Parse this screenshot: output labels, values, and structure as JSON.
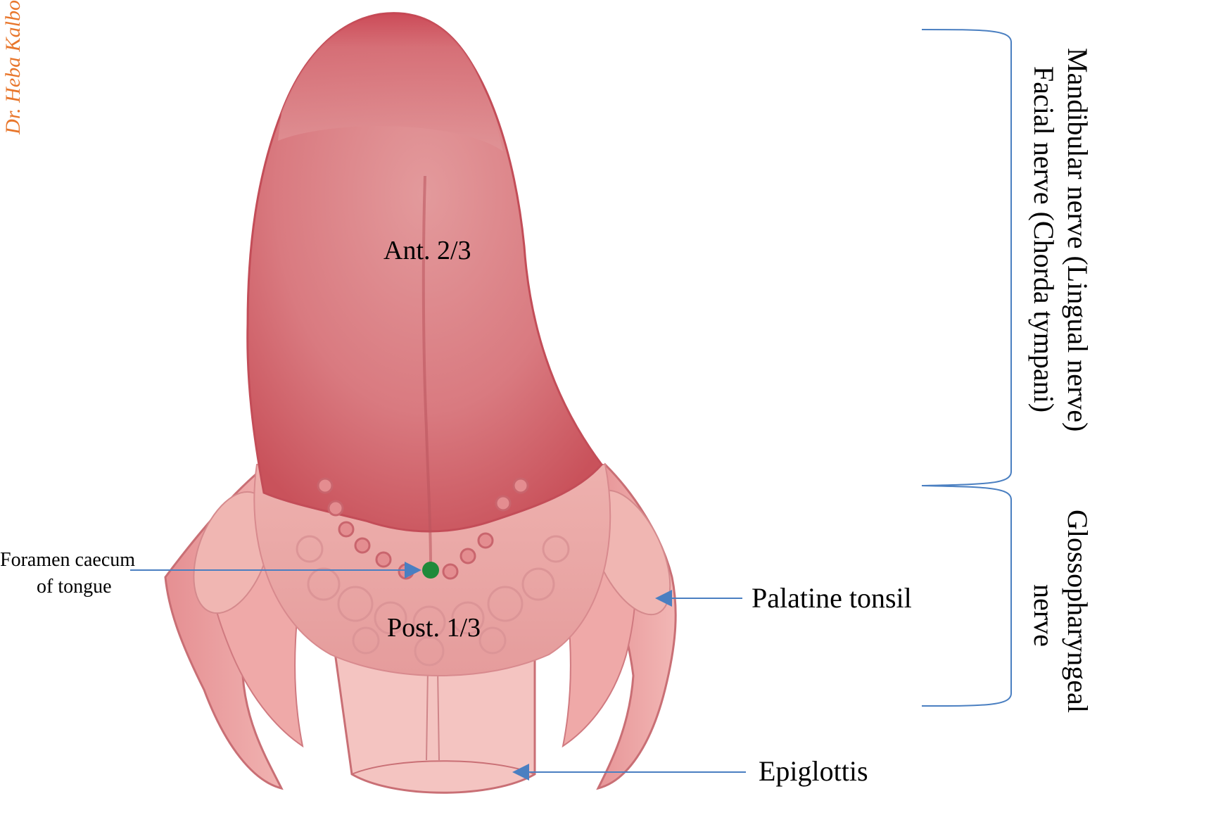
{
  "watermark": "Dr. Heba Kalbo",
  "labels": {
    "anterior": "Ant. 2/3",
    "posterior": "Post. 1/3",
    "foramen_line1": "Foramen caecum",
    "foramen_line2": "of tongue",
    "palatine_tonsil": "Palatine tonsil",
    "epiglottis": "Epiglottis"
  },
  "nerves": {
    "anterior_line1": "Mandibular nerve (Lingual nerve)",
    "anterior_line2": "Facial nerve (Chorda tympani)",
    "posterior_line1": "Glossopharyngeal",
    "posterior_line2": "nerve"
  },
  "colors": {
    "tongue_base": "#d9787f",
    "tongue_tip": "#cc4a55",
    "tongue_root": "#eeaaa8",
    "papillae": "#d67a80",
    "foramen_dot": "#1f8a3a",
    "arrow": "#4a7fc1",
    "watermark": "#e8762b"
  }
}
